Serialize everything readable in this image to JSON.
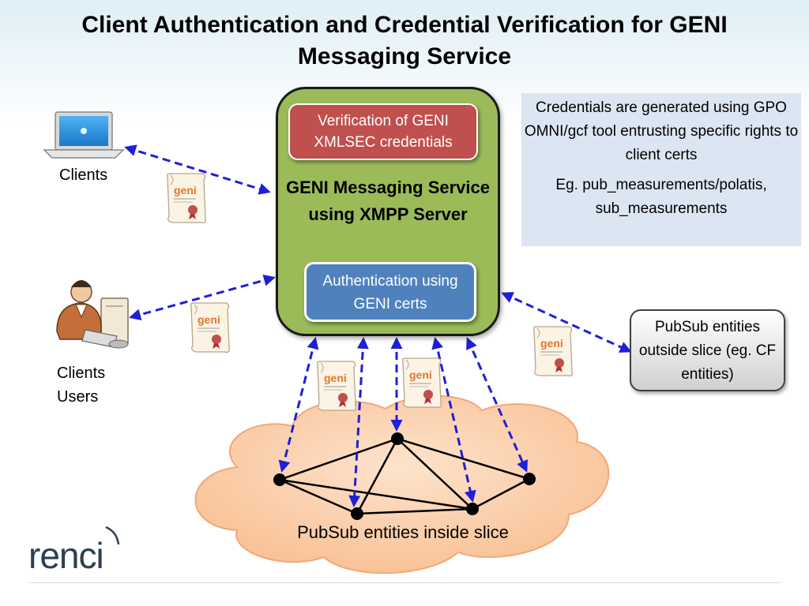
{
  "title": "Client Authentication and Credential Verification for GENI Messaging Service",
  "server": {
    "verify_label": "Verification of GENI XMLSEC credentials",
    "name": "GENI Messaging Service using XMPP Server",
    "auth_label": "Authentication using GENI certs"
  },
  "note": {
    "line1": "Credentials are generated using GPO OMNI/gcf tool entrusting specific rights to client certs",
    "line2": "Eg. pub_measurements/polatis, sub_measurements"
  },
  "clients": {
    "label": "Clients"
  },
  "client_users": {
    "line1": "Clients",
    "line2": "Users"
  },
  "outside_slice": {
    "label": "PubSub entities outside slice (eg. CF entities)"
  },
  "cloud": {
    "label": "PubSub entities inside slice"
  },
  "certificate": {
    "text": "geni"
  },
  "logo": {
    "text": "renci"
  },
  "colors": {
    "server_green": "#9bbb59",
    "verify_red": "#c0504d",
    "auth_blue": "#4f81bd",
    "note_bg": "#dce6f2",
    "cloud_orange": "#fbc9a3",
    "arrow_blue": "#1f1fd6"
  }
}
